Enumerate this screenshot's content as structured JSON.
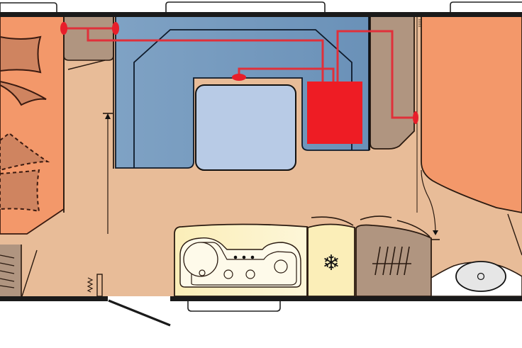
{
  "diagram": {
    "type": "caravan floor plan",
    "colors": {
      "floor": "#e8bc98",
      "bed": "#f3986a",
      "bed_pillow": "#cf8460",
      "seating_dark": "#6189b0",
      "seating_light": "#7fa2c4",
      "table": "#b8cbe6",
      "wardrobe": "#b09580",
      "kitchen_counter": "#fbf0c4",
      "heater": "#ee1c24",
      "heating_pipe": "#e0303a",
      "wall": "#1a1a1a",
      "washroom_floor": "#ffffff",
      "sink": "#e6e6e6"
    },
    "zones": [
      {
        "id": "front-bed",
        "label": "Front bed"
      },
      {
        "id": "front-cupboard",
        "label": "Cupboard"
      },
      {
        "id": "dinette",
        "label": "U-shaped seating"
      },
      {
        "id": "dinette-table",
        "label": "Table"
      },
      {
        "id": "heater",
        "label": "Heater"
      },
      {
        "id": "wardrobe",
        "label": "Wardrobe"
      },
      {
        "id": "rear-bed",
        "label": "Rear bed"
      },
      {
        "id": "kitchen-hob",
        "label": "Kitchen with hob and sink"
      },
      {
        "id": "fridge",
        "label": "Fridge"
      },
      {
        "id": "oven-cupboard",
        "label": "Cupboard"
      },
      {
        "id": "washroom",
        "label": "Washroom"
      },
      {
        "id": "entrance-door",
        "label": "Entrance door"
      }
    ],
    "symbols": {
      "fridge": "❄"
    }
  }
}
